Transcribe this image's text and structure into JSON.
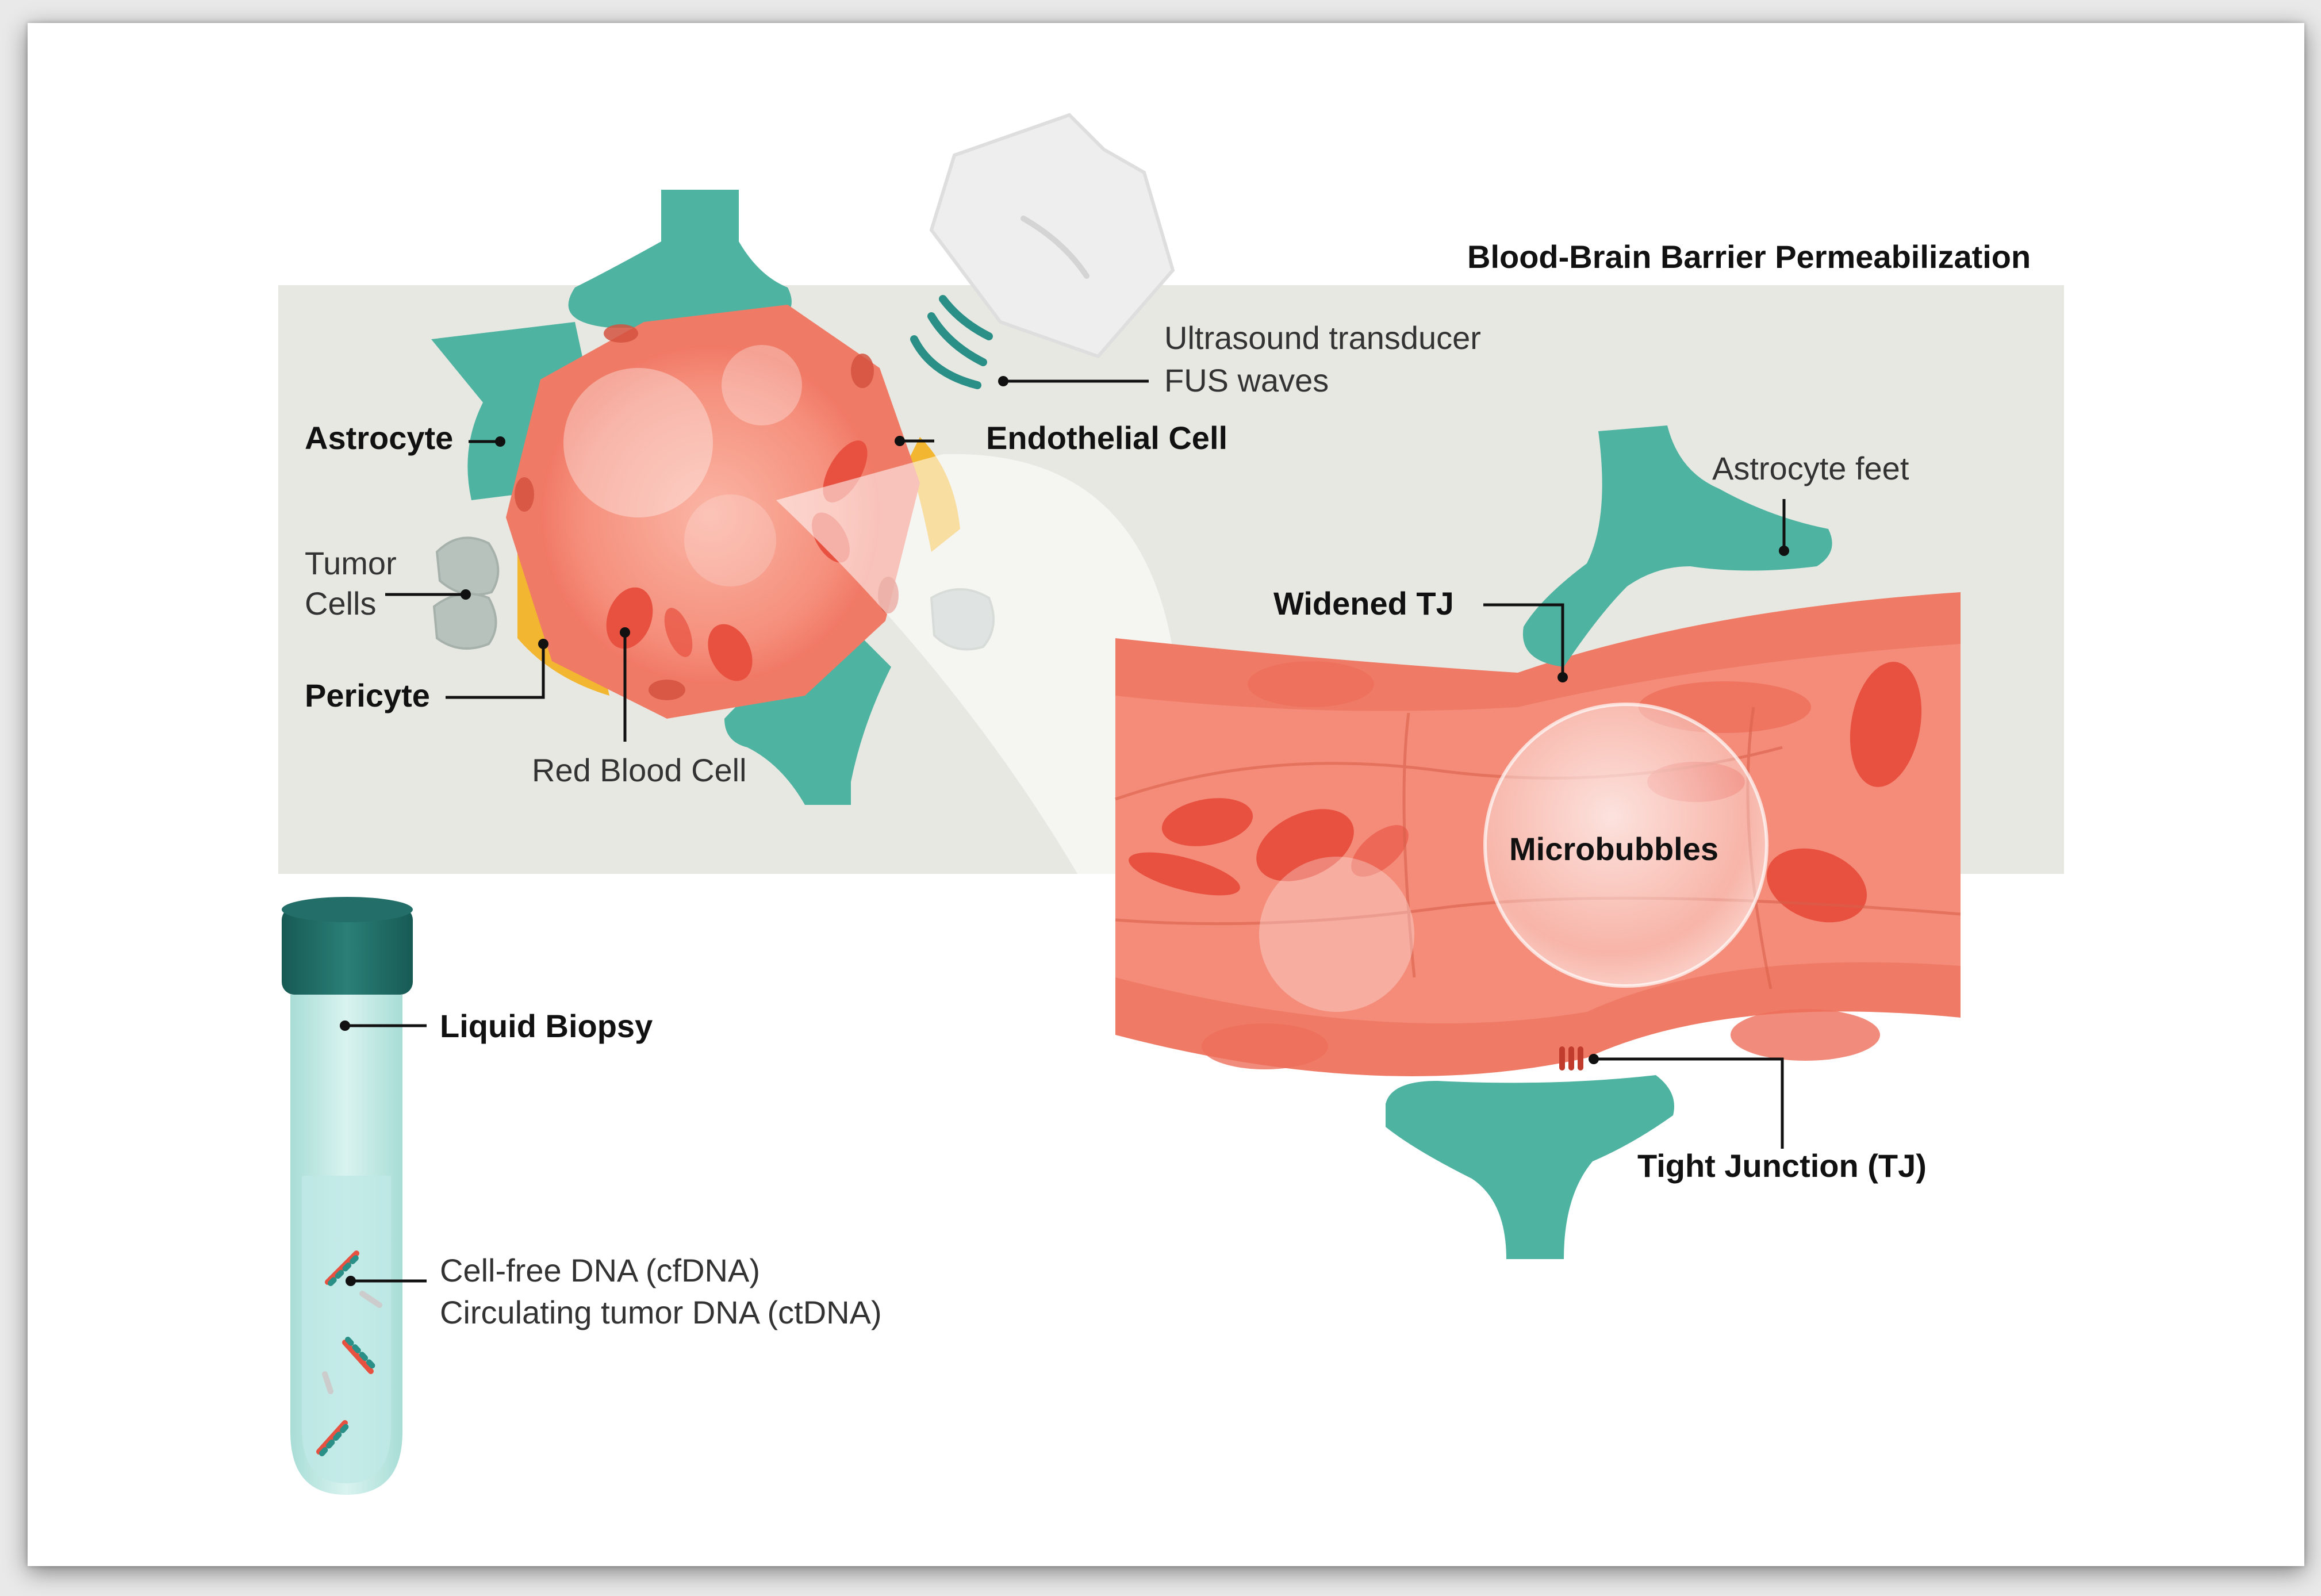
{
  "title": "Blood-Brain Barrier Permeabilization",
  "labels": {
    "ultrasound_transducer": "Ultrasound transducer",
    "fus_waves": "FUS waves",
    "astrocyte": "Astrocyte",
    "endothelial_cell": "Endothelial Cell",
    "tumor": "Tumor",
    "cells": "Cells",
    "pericyte": "Pericyte",
    "red_blood_cell": "Red Blood Cell",
    "astrocyte_feet": "Astrocyte feet",
    "widened_tj": "Widened TJ",
    "microbubbles": "Microbubbles",
    "tight_junction": "Tight Junction (TJ)",
    "liquid_biopsy": "Liquid Biopsy",
    "cfdna": "Cell-free DNA (cfDNA)",
    "ctdna": "Circulating tumor DNA (ctDNA)"
  },
  "colors": {
    "background_band": "#e8e8e3",
    "astrocyte": "#4fb3a1",
    "endothelium": "#ef7b66",
    "red_blood_cell": "#e8503f",
    "pericyte": "#f2b630",
    "tumor_cell": "#b8c2bd",
    "tube_cap": "#1f6f68",
    "tube_liquid": "#bfe9e6"
  }
}
